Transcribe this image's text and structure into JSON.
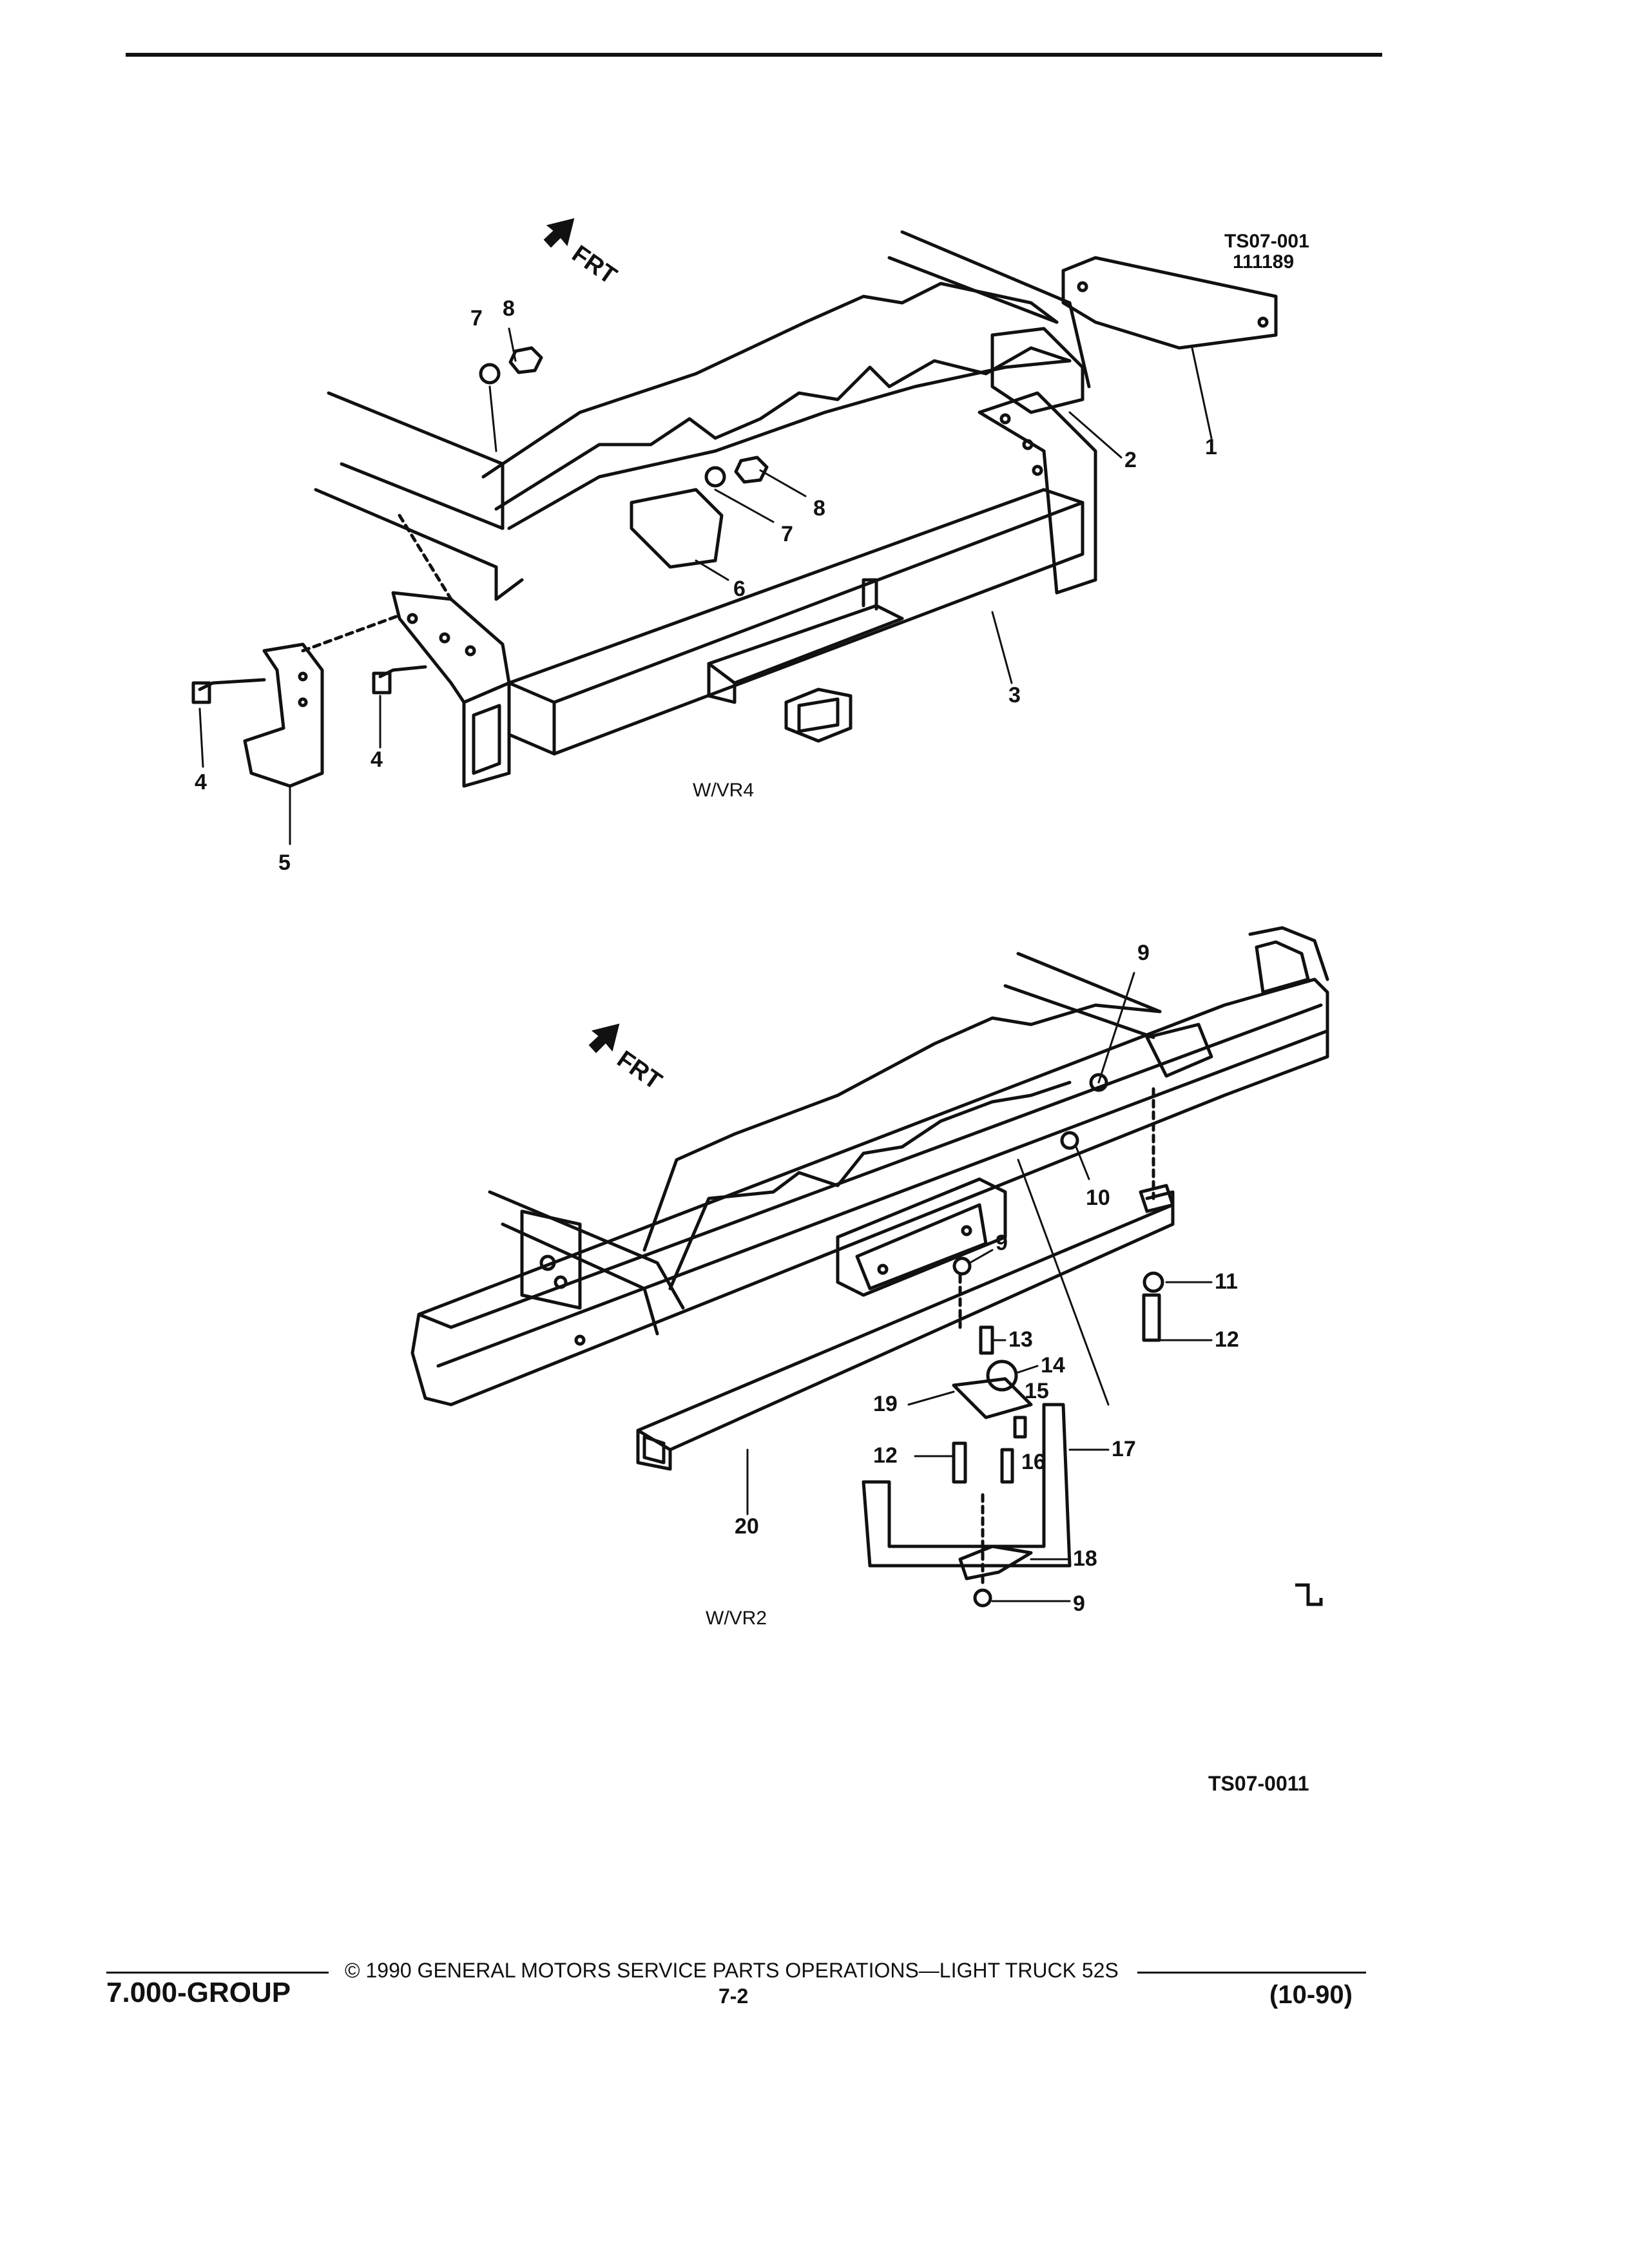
{
  "figure_top": {
    "code": "TS07-001",
    "sub_code": "111189",
    "direction": "FRT",
    "variant": "W/VR4",
    "callouts": [
      "1",
      "2",
      "3",
      "4",
      "4",
      "5",
      "6",
      "7",
      "7",
      "8",
      "8"
    ]
  },
  "figure_bottom": {
    "code": "TS07-0011",
    "direction": "FRT",
    "variant": "W/VR2",
    "callouts": [
      "9",
      "9",
      "9",
      "10",
      "11",
      "12",
      "12",
      "13",
      "14",
      "15",
      "16",
      "17",
      "18",
      "19",
      "20"
    ]
  },
  "footer": {
    "group": "7.000-GROUP",
    "copyright": "© 1990 GENERAL MOTORS SERVICE PARTS OPERATIONS—LIGHT TRUCK 52S",
    "page": "7-2",
    "date": "(10-90)"
  }
}
